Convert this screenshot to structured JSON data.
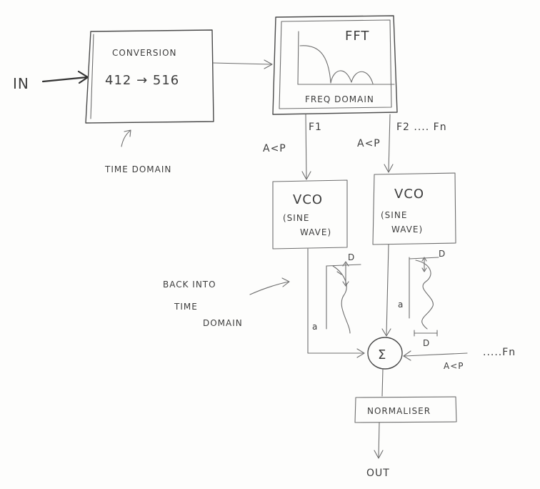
{
  "input": {
    "label": "IN"
  },
  "output": {
    "label": "OUT"
  },
  "conversion_block": {
    "title": "CONVERSION",
    "ratio": "412 → 516"
  },
  "time_domain_note": {
    "label": "TIME DOMAIN"
  },
  "fft_block": {
    "title": "FFT",
    "caption": "FREQ DOMAIN"
  },
  "branch_1": {
    "freq_label": "F1",
    "params_label": "A<P"
  },
  "branch_2": {
    "freq_label": "F2 ....  Fn",
    "params_label": "A<P"
  },
  "vco_1": {
    "title": "VCO",
    "line1": "(SINE",
    "line2": "WAVE)"
  },
  "vco_2": {
    "title": "VCO",
    "line1": "(SINE",
    "line2": "WAVE)"
  },
  "back_note": {
    "line1": "BACK INTO",
    "line2": "TIME",
    "line3": "DOMAIN"
  },
  "waveform_1": {
    "amp_label": "a",
    "period_label": "D"
  },
  "waveform_2": {
    "amp_label": "a",
    "period_label": "D",
    "width_label": "D"
  },
  "summer": {
    "symbol": "Σ"
  },
  "extra_input": {
    "freq_label": ".....Fn",
    "params_label": "A<P"
  },
  "normaliser_block": {
    "title": "NORMALISER"
  }
}
